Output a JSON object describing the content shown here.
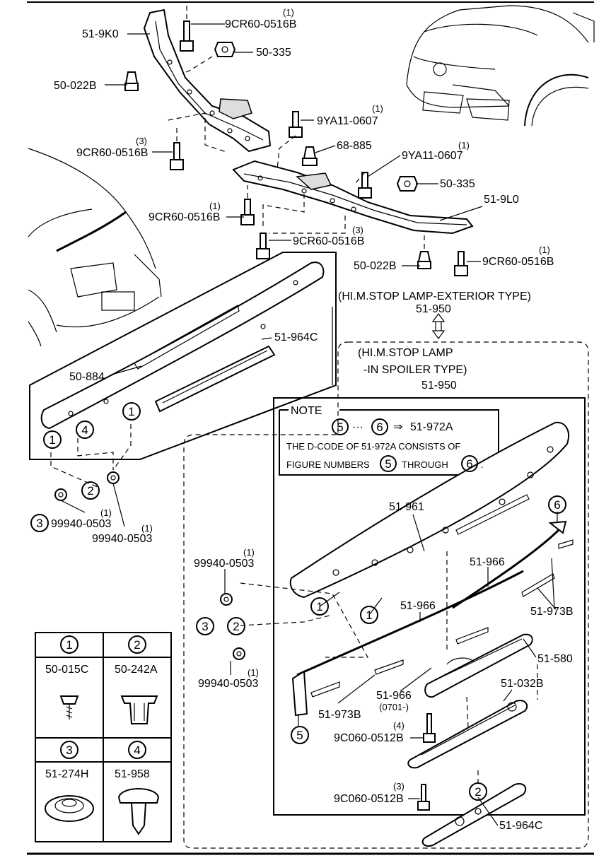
{
  "upper_parts": {
    "p_51_9K0": "51-9K0",
    "p_9CR60_a": "9CR60-0516B",
    "q_9CR60_a": "(1)",
    "p_50_335_a": "50-335",
    "p_50_022B_a": "50-022B",
    "p_9YA11_a": "9YA11-0607",
    "q_9YA11_a": "(1)",
    "p_9CR60_b": "9CR60-0516B",
    "q_9CR60_b": "(3)",
    "p_68_885": "68-885",
    "p_9YA11_b": "9YA11-0607",
    "q_9YA11_b": "(1)",
    "p_50_335_b": "50-335",
    "p_51_9L0": "51-9L0",
    "p_9CR60_c": "9CR60-0516B",
    "q_9CR60_c": "(1)",
    "p_9CR60_d": "9CR60-0516B",
    "q_9CR60_d": "(3)",
    "p_50_022B_b": "50-022B",
    "p_9CR60_e": "9CR60-0516B",
    "q_9CR60_e": "(1)"
  },
  "exterior_type": {
    "heading": "(HI.M.STOP LAMP-EXTERIOR TYPE)",
    "part": "51-950",
    "p_51_964C": "51-964C",
    "p_50_884": "50-884",
    "p_99940_a": "99940-0503",
    "q_99940_a": "(1)",
    "p_99940_b": "99940-0503",
    "q_99940_b": "(1)"
  },
  "spoiler_type": {
    "heading_1": "(HI.M.STOP LAMP",
    "heading_2": "-IN SPOILER TYPE)",
    "part": "51-950",
    "note": {
      "title": "NOTE",
      "line1_arrow": "⇒",
      "line1_dots": "···",
      "line1_part": "51-972A",
      "line2": "THE D-CODE OF 51-972A CONSISTS OF",
      "line3_a": "FIGURE NUMBERS",
      "line3_b": "THROUGH",
      "line3_c": "."
    },
    "p_51_961": "51-961",
    "p_51_966_a": "51-966",
    "p_51_966_b": "51-966",
    "p_51_973B_a": "51-973B",
    "p_51_973B_b": "51-973B",
    "p_51_580": "51-580",
    "p_51_966_c": "51-966",
    "p_51_966_c_code": "(0701-)",
    "p_51_032B": "51-032B",
    "p_9C060_a": "9C060-0512B",
    "q_9C060_a": "(4)",
    "p_9C060_b": "9C060-0512B",
    "q_9C060_b": "(3)",
    "p_51_964C": "51-964C",
    "p_99940_c": "99940-0503",
    "q_99940_c": "(1)",
    "p_99940_d": "99940-0503",
    "q_99940_d": "(1)"
  },
  "callouts": [
    "1",
    "2",
    "3",
    "4",
    "5",
    "6"
  ],
  "legend": [
    {
      "num": "1",
      "part": "50-015C"
    },
    {
      "num": "2",
      "part": "50-242A"
    },
    {
      "num": "3",
      "part": "51-274H"
    },
    {
      "num": "4",
      "part": "51-958"
    }
  ]
}
